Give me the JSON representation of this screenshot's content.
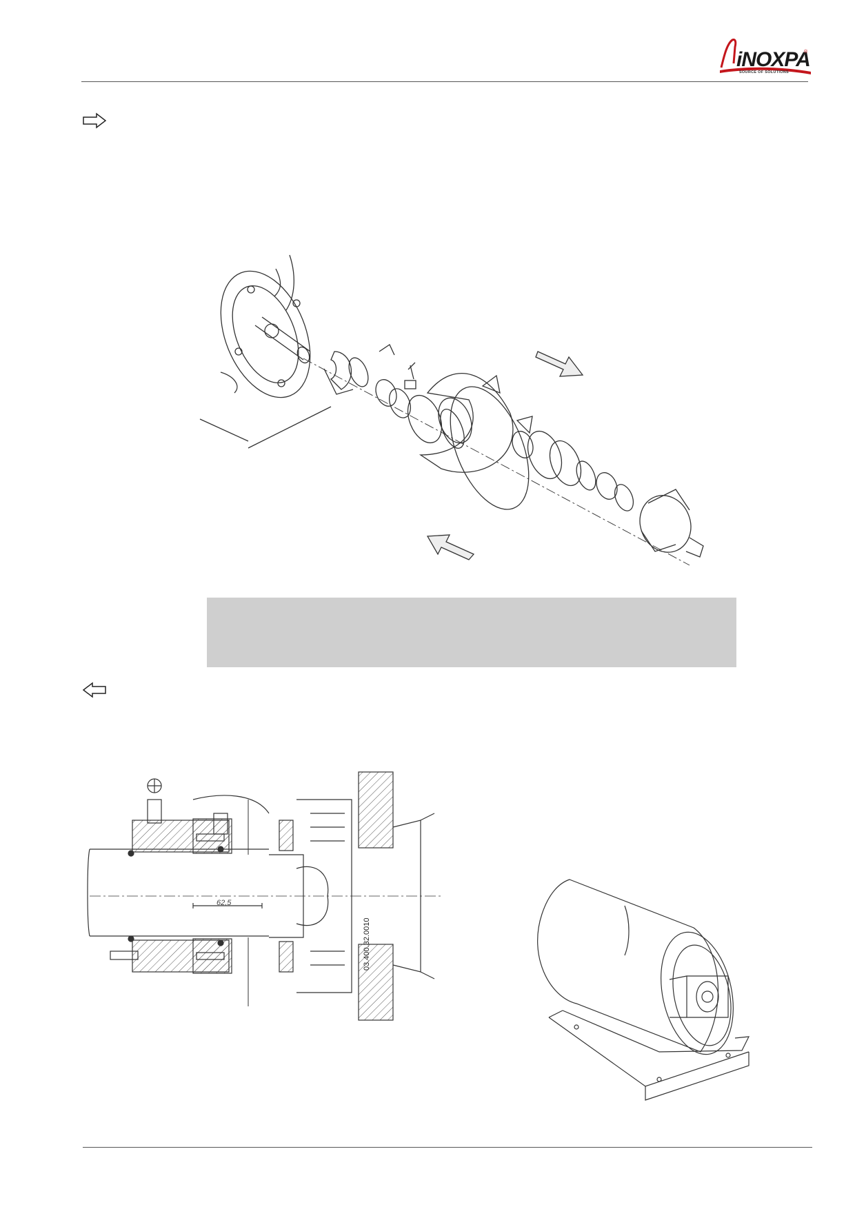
{
  "brand": {
    "name": "iNOXPA",
    "tagline": "SOURCE OF SOLUTIONS",
    "registered_mark": "®",
    "accent_color": "#c4161c"
  },
  "icons": {
    "forward_arrow": "arrow-right-outline-icon",
    "back_arrow": "arrow-left-outline-icon"
  },
  "sectional_drawing": {
    "dimension_label": "62,5",
    "part_number": "03.400.32.0010"
  },
  "note_box": {
    "background_color": "#cfcfcf"
  }
}
